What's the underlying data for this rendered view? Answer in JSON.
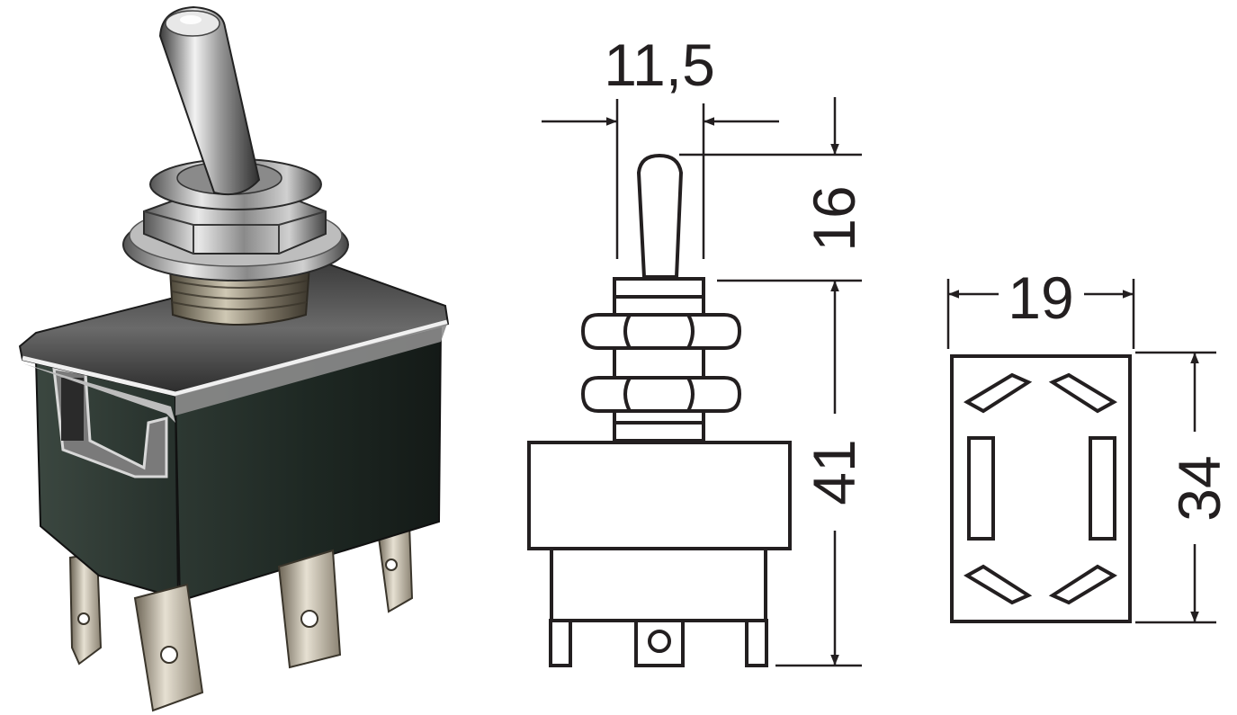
{
  "dimensions": {
    "toggle_width": "11,5",
    "toggle_height": "16",
    "body_height": "41",
    "base_width": "19",
    "base_height": "34"
  },
  "colors": {
    "line": "#231f20",
    "housing": "#1f2a25",
    "metal_light": "#e6e6e6",
    "metal_dark": "#4a4a4a"
  }
}
